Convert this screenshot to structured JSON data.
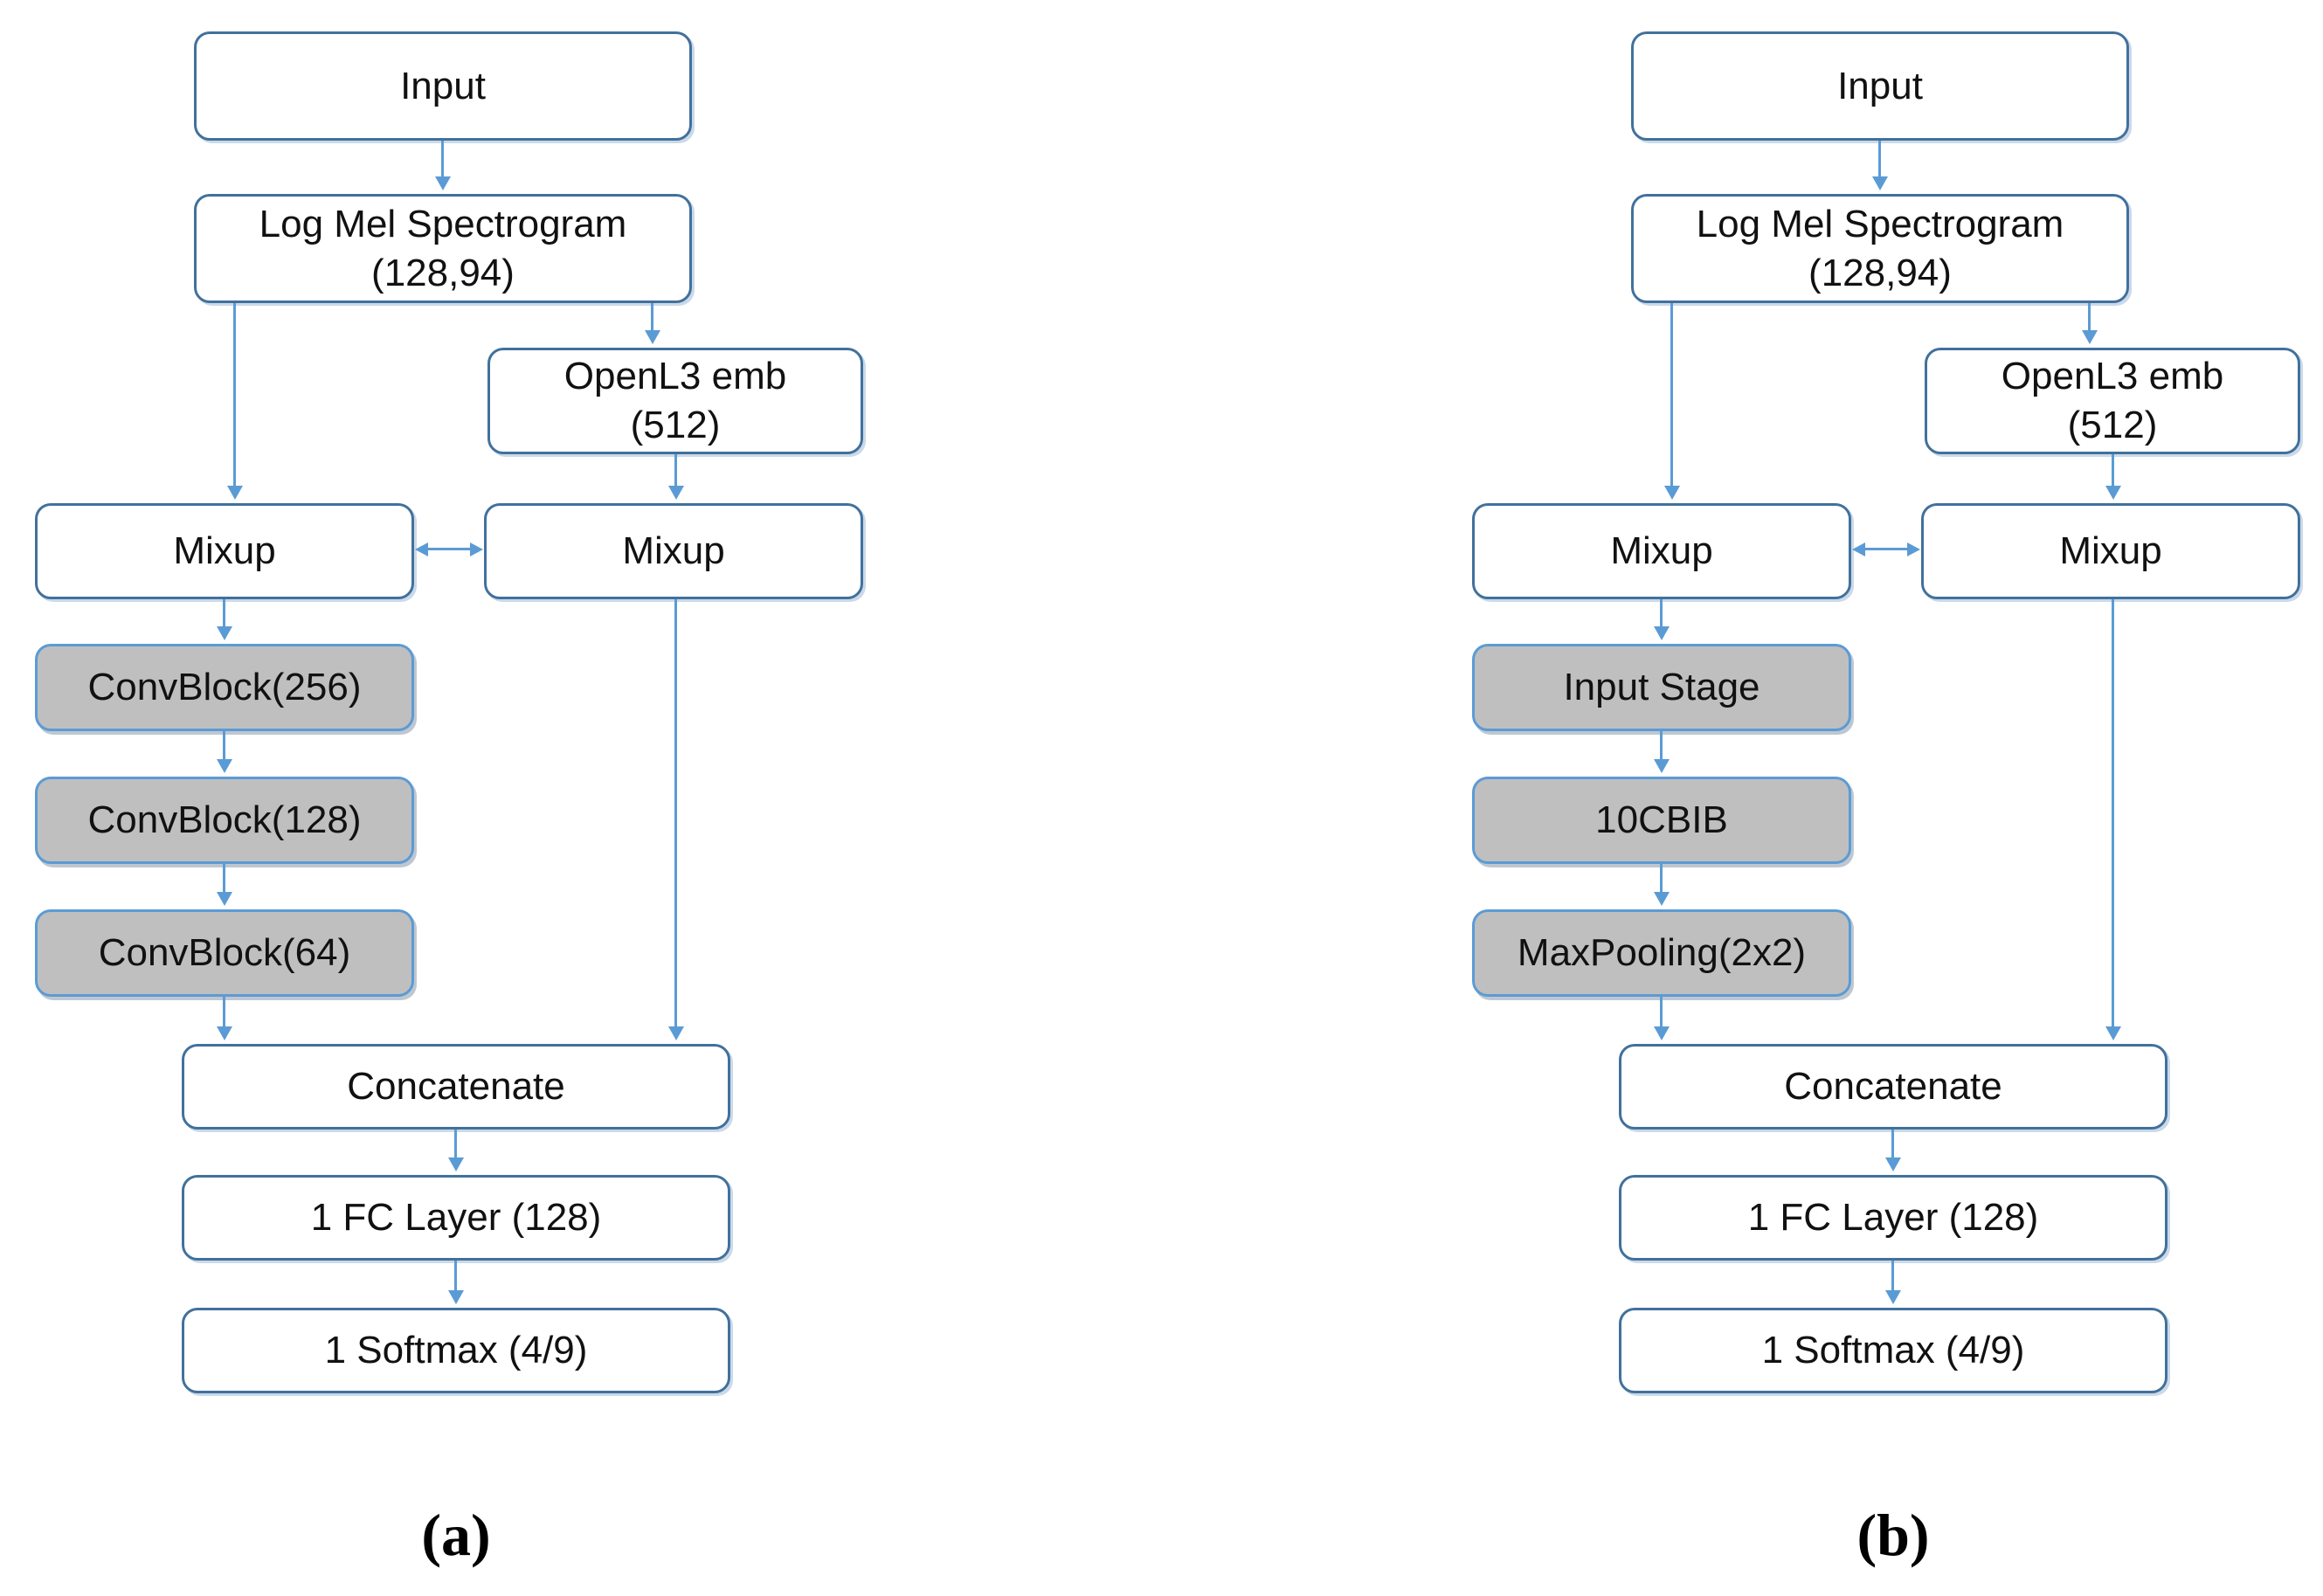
{
  "figure": {
    "panels": [
      {
        "label": "(a)",
        "nodes": {
          "input": "Input",
          "logmel1": "Log Mel Spectrogram",
          "logmel2": "(128,94)",
          "openl31": "OpenL3 emb",
          "openl32": "(512)",
          "mixup_left": "Mixup",
          "mixup_right": "Mixup",
          "stage1": "ConvBlock(256)",
          "stage2": "ConvBlock(128)",
          "stage3": "ConvBlock(64)",
          "concat": "Concatenate",
          "fc": "1 FC Layer (128)",
          "softmax": "1 Softmax (4/9)"
        }
      },
      {
        "label": "(b)",
        "nodes": {
          "input": "Input",
          "logmel1": "Log Mel Spectrogram",
          "logmel2": "(128,94)",
          "openl31": "OpenL3 emb",
          "openl32": "(512)",
          "mixup_left": "Mixup",
          "mixup_right": "Mixup",
          "stage1": "Input Stage",
          "stage2": "10CBIB",
          "stage3": "MaxPooling(2x2)",
          "concat": "Concatenate",
          "fc": "1 FC Layer (128)",
          "softmax": "1 Softmax (4/9)"
        }
      }
    ],
    "colors": {
      "box_border": "#41719C",
      "gray_box_border": "#5B9BD5",
      "box_fill": "#FFFFFF",
      "gray_fill": "#BFBFBF",
      "arrow": "#5B9BD5",
      "text": "#111111"
    }
  }
}
